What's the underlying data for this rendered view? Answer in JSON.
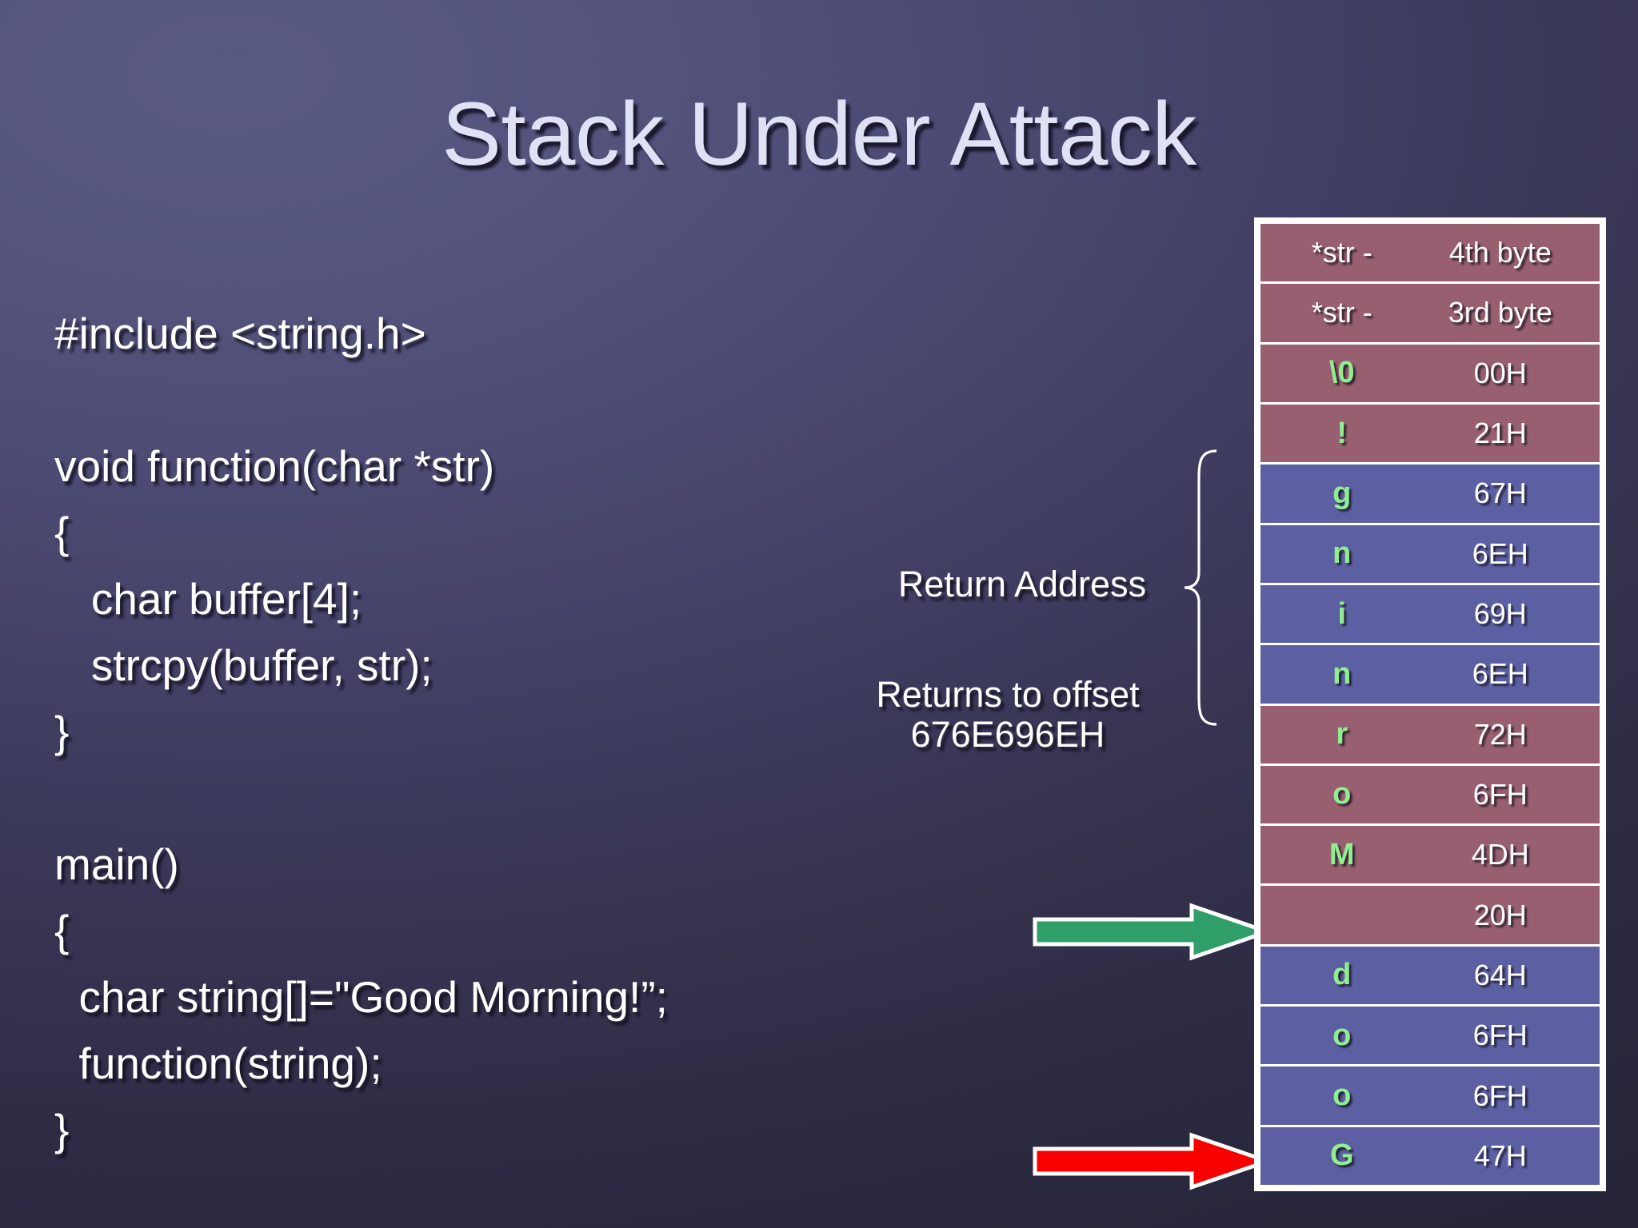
{
  "slide": {
    "title": "Stack Under Attack",
    "background_from": "#595a84",
    "background_to": "#252337"
  },
  "code": {
    "lines": [
      "#include <string.h>",
      "",
      "void function(char *str)",
      "{",
      "   char buffer[4];",
      "   strcpy(buffer, str);",
      "}",
      "",
      "main()",
      "{",
      "  char string[]=\"Good Morning!”;",
      "  function(string);",
      "}"
    ]
  },
  "annotations": {
    "return_address": "Return Address",
    "returns_to_offset_line1": "Returns to offset",
    "returns_to_offset_line2": "676E696EH"
  },
  "arrows": {
    "green": {
      "name": "green-arrow",
      "color": "#2f9e68",
      "outline": "#ffffff"
    },
    "red": {
      "name": "red-arrow",
      "color": "#f80000",
      "outline": "#ffffff"
    }
  },
  "stack_table": {
    "colors": {
      "mauve": "#975f70",
      "blue": "#5c60a3",
      "char_text": "#90ee90",
      "hex_text": "#ffffff",
      "border": "#ffffff"
    },
    "rows": [
      {
        "char": "*str -",
        "hex": "4th byte",
        "band": "mauve",
        "is_char": false
      },
      {
        "char": "*str -",
        "hex": "3rd byte",
        "band": "mauve",
        "is_char": false
      },
      {
        "char": "\\0",
        "hex": "00H",
        "band": "mauve",
        "is_char": true
      },
      {
        "char": "!",
        "hex": "21H",
        "band": "mauve",
        "is_char": true
      },
      {
        "char": "g",
        "hex": "67H",
        "band": "blue",
        "is_char": true
      },
      {
        "char": "n",
        "hex": "6EH",
        "band": "blue",
        "is_char": true
      },
      {
        "char": "i",
        "hex": "69H",
        "band": "blue",
        "is_char": true
      },
      {
        "char": "n",
        "hex": "6EH",
        "band": "blue",
        "is_char": true
      },
      {
        "char": "r",
        "hex": "72H",
        "band": "mauve",
        "is_char": true
      },
      {
        "char": "o",
        "hex": "6FH",
        "band": "mauve",
        "is_char": true
      },
      {
        "char": "M",
        "hex": "4DH",
        "band": "mauve",
        "is_char": true
      },
      {
        "char": "",
        "hex": "20H",
        "band": "mauve",
        "is_char": true
      },
      {
        "char": "d",
        "hex": "64H",
        "band": "blue",
        "is_char": true
      },
      {
        "char": "o",
        "hex": "6FH",
        "band": "blue",
        "is_char": true
      },
      {
        "char": "o",
        "hex": "6FH",
        "band": "blue",
        "is_char": true
      },
      {
        "char": "G",
        "hex": "47H",
        "band": "blue",
        "is_char": true
      }
    ]
  }
}
